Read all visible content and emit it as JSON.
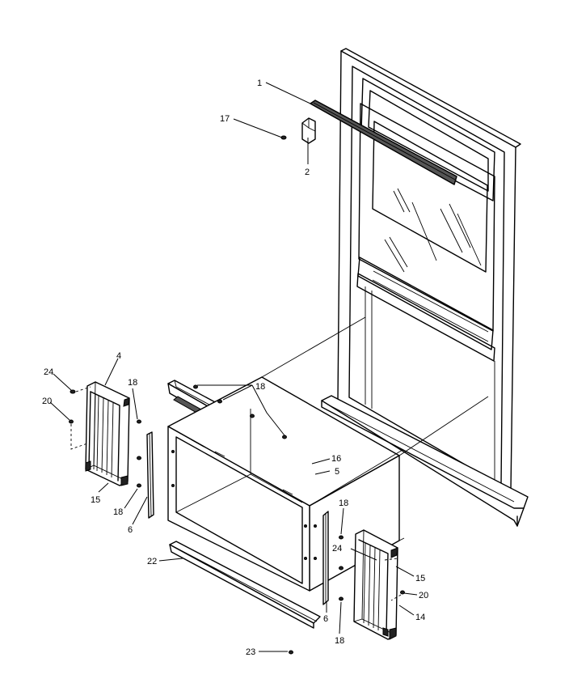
{
  "callouts": [
    {
      "id": "c1",
      "text": "1"
    },
    {
      "id": "c17",
      "text": "17"
    },
    {
      "id": "c2",
      "text": "2"
    },
    {
      "id": "c4",
      "text": "4"
    },
    {
      "id": "c24a",
      "text": "24"
    },
    {
      "id": "c20a",
      "text": "20"
    },
    {
      "id": "c18a",
      "text": "18"
    },
    {
      "id": "c15a",
      "text": "15"
    },
    {
      "id": "c18b",
      "text": "18"
    },
    {
      "id": "c6a",
      "text": "6"
    },
    {
      "id": "c18c",
      "text": "18"
    },
    {
      "id": "c16",
      "text": "16"
    },
    {
      "id": "c5",
      "text": "5"
    },
    {
      "id": "c18d",
      "text": "18"
    },
    {
      "id": "c24b",
      "text": "24"
    },
    {
      "id": "c15b",
      "text": "15"
    },
    {
      "id": "c20b",
      "text": "20"
    },
    {
      "id": "c14",
      "text": "14"
    },
    {
      "id": "c22",
      "text": "22"
    },
    {
      "id": "c6b",
      "text": "6"
    },
    {
      "id": "c18e",
      "text": "18"
    },
    {
      "id": "c23",
      "text": "23"
    }
  ]
}
